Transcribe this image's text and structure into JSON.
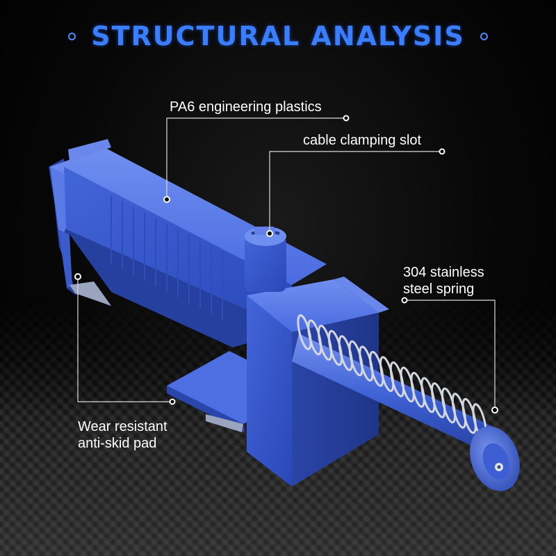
{
  "title": "STRUCTURAL ANALYSIS",
  "callouts": {
    "material": "PA6 engineering plastics",
    "slot": "cable clamping slot",
    "spring": [
      "304 stainless",
      "steel spring"
    ],
    "pad": [
      "Wear resistant",
      "anti-skid pad"
    ]
  },
  "colors": {
    "title": "#3b7dff",
    "plastic": "#3f66d6",
    "background": "#000000"
  }
}
